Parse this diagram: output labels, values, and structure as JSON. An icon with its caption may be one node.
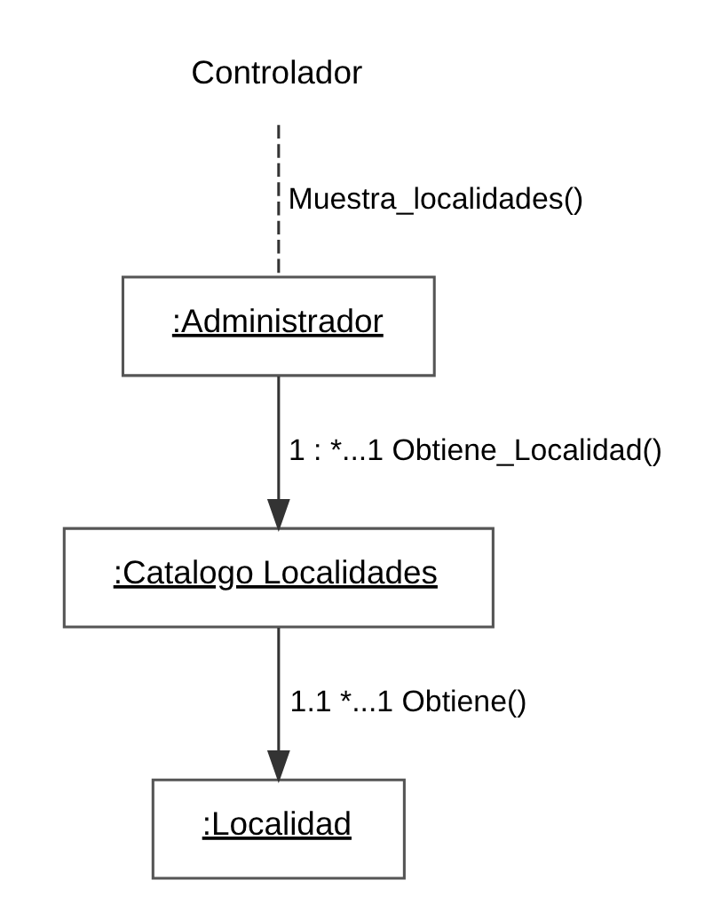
{
  "diagram": {
    "nodes": [
      {
        "text": [
          "Controlador"
        ]
      },
      {
        "text": [
          ":Administrador"
        ]
      },
      {
        "text": [
          ":Catalogo Localidades"
        ]
      },
      {
        "text": [
          ":Localidad"
        ]
      }
    ],
    "edges": [
      {
        "from": 0,
        "to": 1,
        "arrow": "none",
        "style": "dashed",
        "label": "Muestra_localidades()"
      },
      {
        "from": 1,
        "to": 2,
        "arrow": "to",
        "label": "1 : *...1 Obtiene_Localidad()"
      },
      {
        "from": 2,
        "to": 3,
        "arrow": "to",
        "label": "1.1 *...1 Obtiene()"
      }
    ]
  }
}
